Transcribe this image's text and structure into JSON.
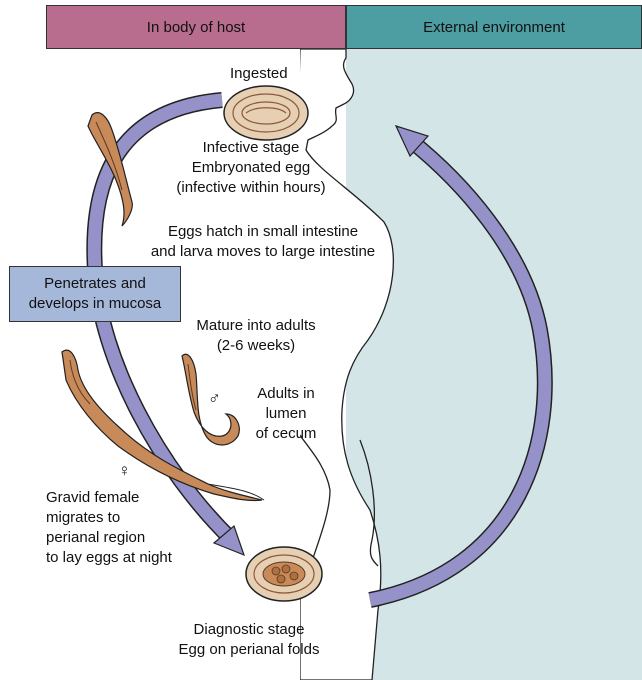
{
  "headers": {
    "left": "In body of host",
    "right": "External environment"
  },
  "colors": {
    "host_header": "#b86c8e",
    "env_header": "#4d9ea3",
    "env_background": "#d4e5e8",
    "arrow": "#9592c9",
    "mucosa_box": "#a6b8d9",
    "worm": "#c98a5a",
    "egg": "#e7cfb3"
  },
  "labels": {
    "ingested": "Ingested",
    "infective": [
      "Infective stage",
      "Embryonated egg",
      "(infective within hours)"
    ],
    "hatch": [
      "Eggs hatch in small intestine",
      "and larva moves to large intestine"
    ],
    "mucosa": [
      "Penetrates and",
      "develops in mucosa"
    ],
    "mature": [
      "Mature into adults",
      "(2-6 weeks)"
    ],
    "adults": [
      "Adults in",
      "lumen",
      "of cecum"
    ],
    "male_symbol": "♂",
    "female_symbol": "♀",
    "gravid": [
      "Gravid female",
      "migrates to",
      "perianal region",
      "to lay eggs at night"
    ],
    "diagnostic": [
      "Diagnostic stage",
      "Egg on perianal folds"
    ]
  }
}
